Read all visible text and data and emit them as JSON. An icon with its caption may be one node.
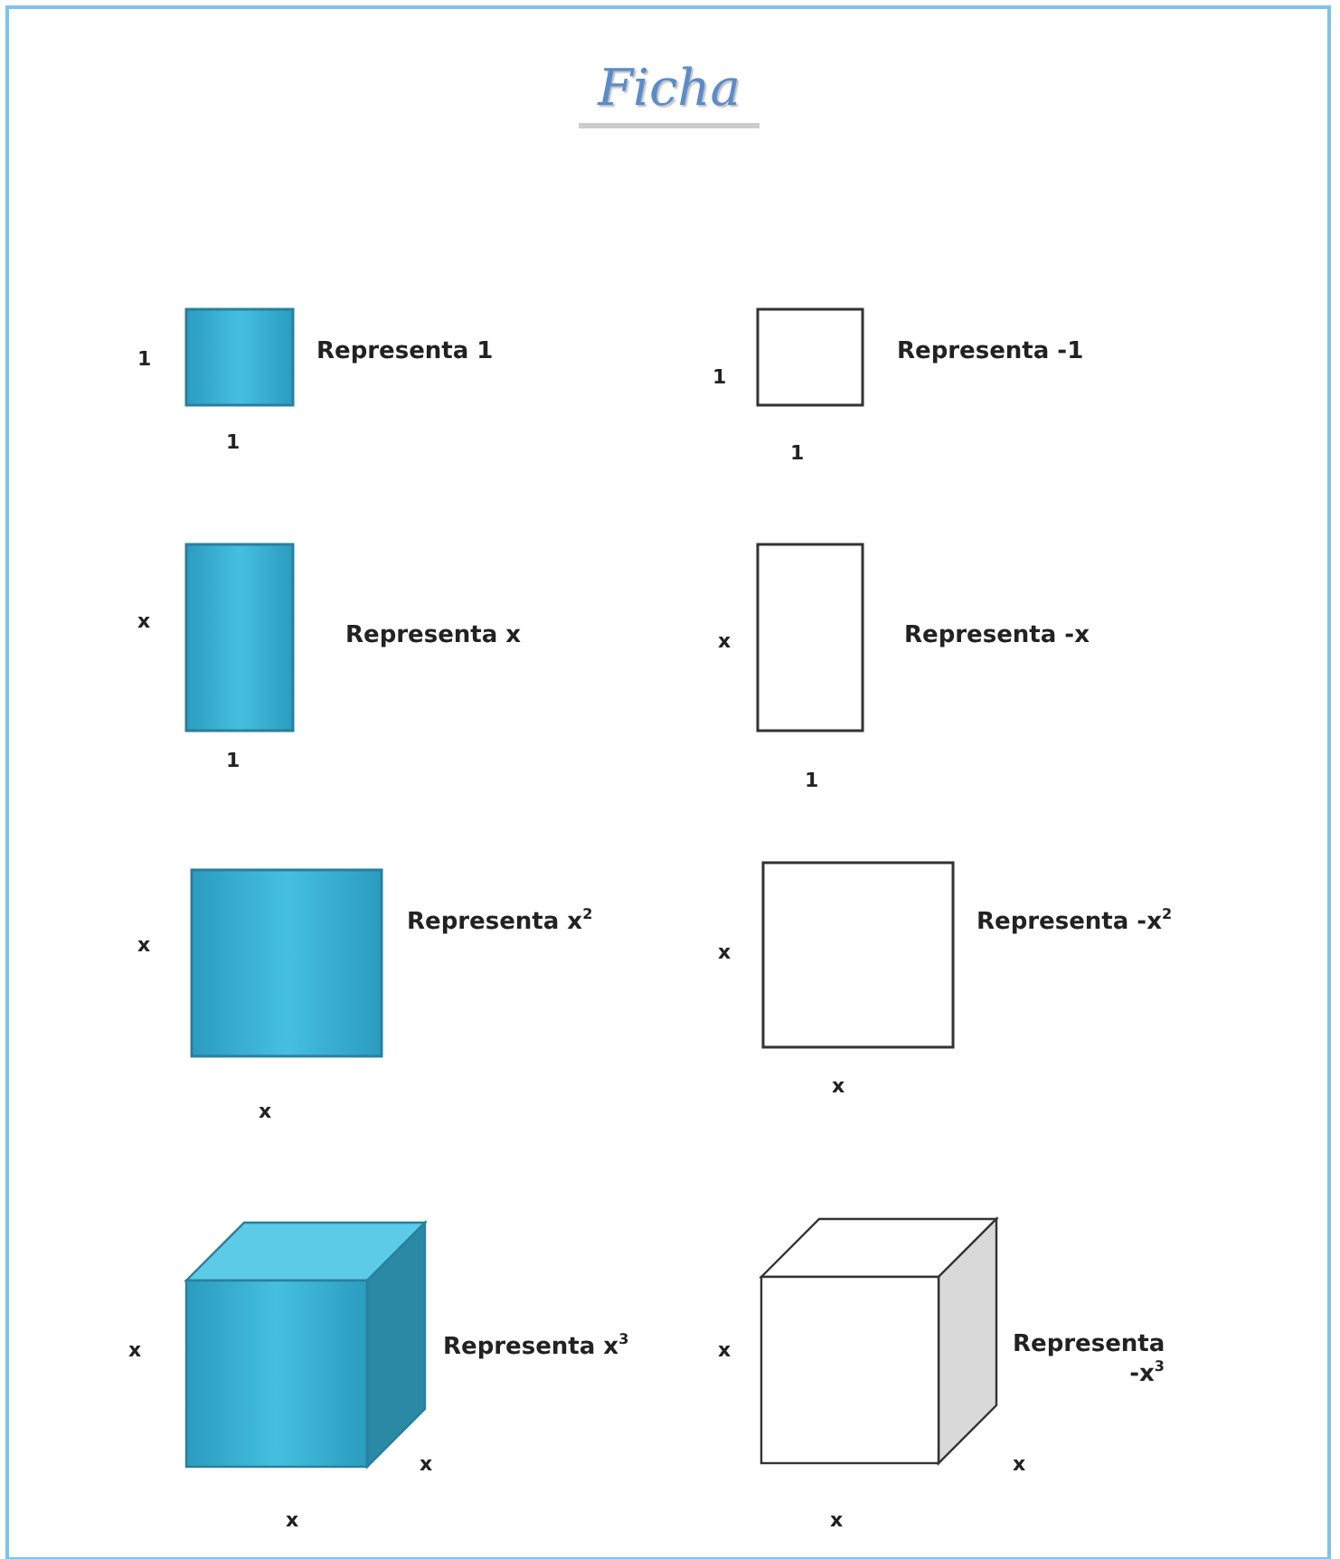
{
  "diagram": {
    "title": "Ficha",
    "nodes": [
      {
        "text": [],
        "shape": "box",
        "beside": [
          "Representa 1"
        ]
      },
      {
        "text": [],
        "shape": "box",
        "beside": [
          "Representa -1"
        ]
      },
      {
        "text": [],
        "shape": "box",
        "beside": [
          "Representa x"
        ]
      },
      {
        "text": [],
        "shape": "box",
        "beside": [
          "Representa -x"
        ]
      },
      {
        "text": [],
        "shape": "box",
        "beside": [
          "Representa x$^{2}$"
        ]
      },
      {
        "text": [],
        "shape": "box",
        "beside": [
          "Representa -x$^{2}$"
        ]
      },
      {
        "text": [],
        "shape": "cube",
        "beside": [
          "Representa x$^{3}$"
        ]
      },
      {
        "text": [],
        "shape": "cube",
        "beside": [
          "Representa -x$^{3}$"
        ]
      }
    ],
    "labels": [
      "1",
      "1",
      "1",
      "1",
      "x",
      "x",
      "1",
      "1",
      "x",
      "x",
      "x",
      "x",
      "x",
      "x",
      "x",
      "x",
      "x",
      "x"
    ]
  }
}
